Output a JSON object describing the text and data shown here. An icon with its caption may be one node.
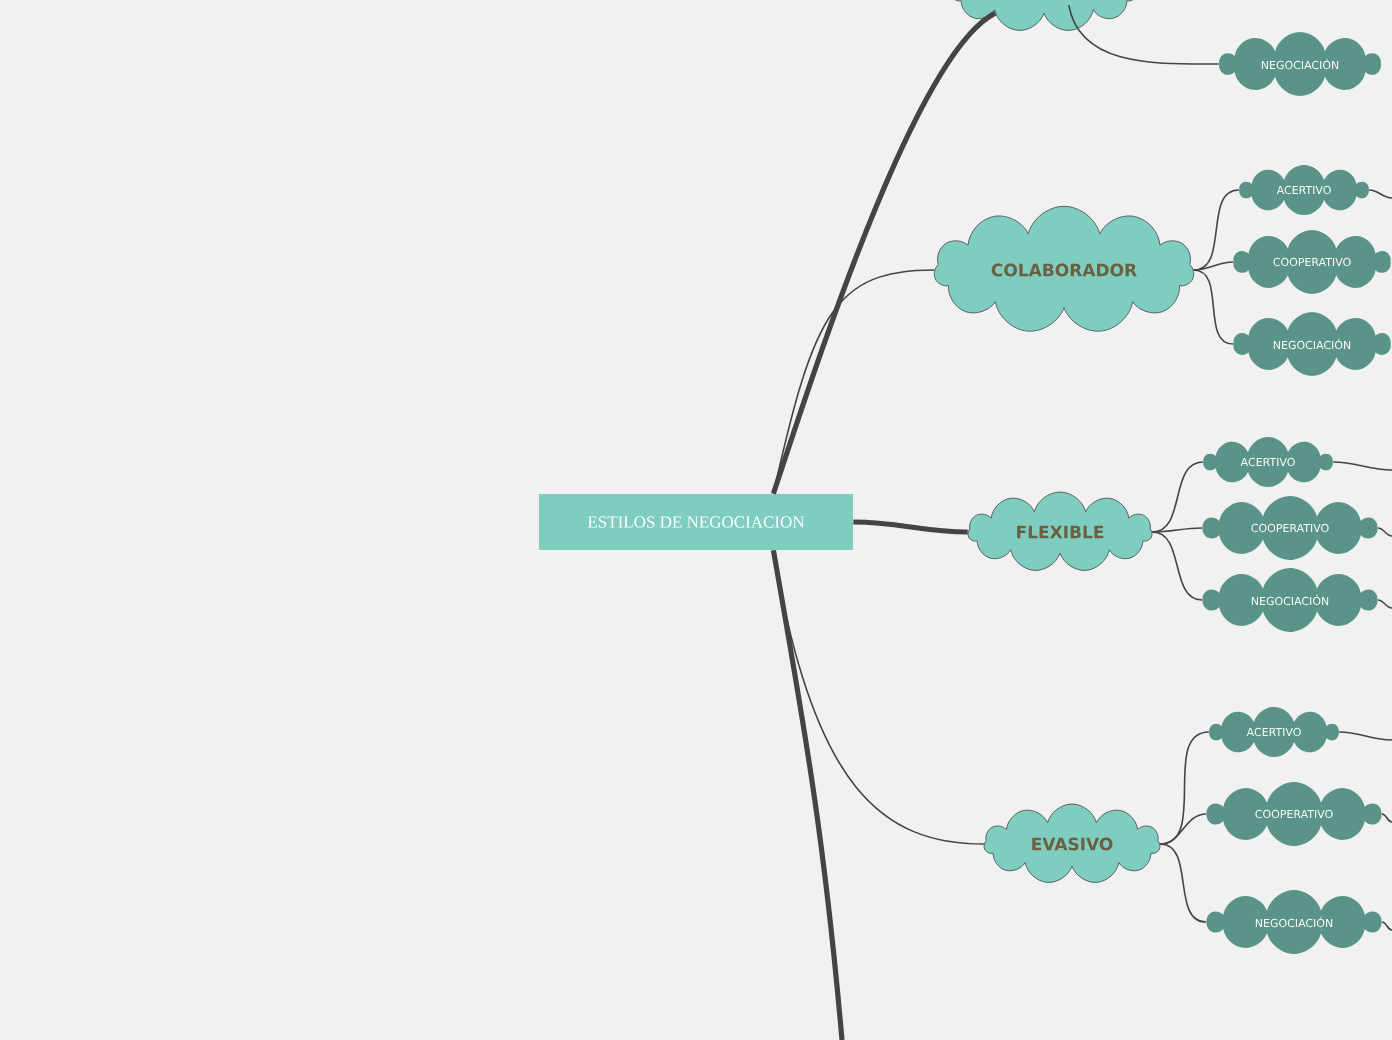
{
  "diagram": {
    "nodes": [
      {
        "text": [
          "ESTILOS DE NEGOCIACION"
        ]
      },
      {
        "text": [],
        "shape": "cloud"
      },
      {
        "text": [
          "NEGOCIACIÓN"
        ]
      },
      {
        "text": [
          "COLABORADOR"
        ]
      },
      {
        "text": [
          "ACERTIVO"
        ]
      },
      {
        "text": [
          "COOPERATIVO"
        ]
      },
      {
        "text": [
          "NEGOCIACIÓN"
        ]
      },
      {
        "text": [
          "FLEXIBLE"
        ]
      },
      {
        "text": [
          "ACERTIVO"
        ]
      },
      {
        "text": [
          "COOPERATIVO"
        ]
      },
      {
        "text": [
          "NEGOCIACIÓN"
        ]
      },
      {
        "text": [
          "EVASIVO"
        ]
      },
      {
        "text": [
          "ACERTIVO"
        ]
      },
      {
        "text": [
          "COOPERATIVO"
        ]
      },
      {
        "text": [
          "NEGOCIACIÓN"
        ]
      }
    ],
    "edges": [
      {
        "from": 0,
        "to": 1,
        "arrow": "none",
        "style": "thick"
      },
      {
        "from": 0,
        "to": 3,
        "arrow": "none"
      },
      {
        "from": 0,
        "to": 7,
        "arrow": "none",
        "style": "thick"
      },
      {
        "from": 0,
        "to": 11,
        "arrow": "none"
      },
      {
        "from": 0,
        "to": null,
        "arrow": "none",
        "style": "thick"
      },
      {
        "from": 1,
        "to": 2,
        "arrow": "none"
      },
      {
        "from": 3,
        "to": 4,
        "arrow": "none"
      },
      {
        "from": 3,
        "to": 5,
        "arrow": "none"
      },
      {
        "from": 3,
        "to": 6,
        "arrow": "none"
      },
      {
        "from": 7,
        "to": 8,
        "arrow": "none"
      },
      {
        "from": 7,
        "to": 9,
        "arrow": "none"
      },
      {
        "from": 7,
        "to": 10,
        "arrow": "none"
      },
      {
        "from": 11,
        "to": 12,
        "arrow": "none"
      },
      {
        "from": 11,
        "to": 13,
        "arrow": "none"
      },
      {
        "from": 11,
        "to": 14,
        "arrow": "none"
      },
      {
        "from": 4,
        "to": null,
        "arrow": "none"
      },
      {
        "from": 8,
        "to": null,
        "arrow": "none"
      },
      {
        "from": 9,
        "to": null,
        "arrow": "none"
      },
      {
        "from": 10,
        "to": null,
        "arrow": "none"
      },
      {
        "from": 12,
        "to": null,
        "arrow": "none"
      },
      {
        "from": 13,
        "to": null,
        "arrow": "none"
      },
      {
        "from": 14,
        "to": null,
        "arrow": "none"
      }
    ]
  }
}
